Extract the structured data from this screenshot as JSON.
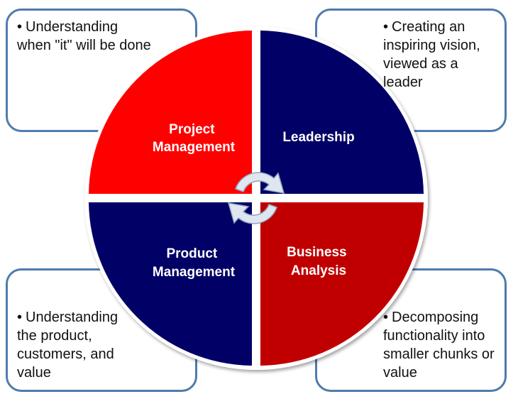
{
  "quadrants": {
    "top_left": {
      "label_lines": [
        "Project",
        "Management"
      ],
      "color": "#ff0000"
    },
    "top_right": {
      "label_lines": [
        "Leadership"
      ],
      "color": "#000066"
    },
    "bottom_left": {
      "label_lines": [
        "Product",
        "Management"
      ],
      "color": "#000066"
    },
    "bottom_right": {
      "label_lines": [
        "Business",
        "Analysis"
      ],
      "color": "#c00000"
    }
  },
  "boxes": {
    "top_left": {
      "bullet": "•",
      "text": "Understanding when \"it\" will be done"
    },
    "top_right": {
      "bullet": "•",
      "text": "Creating an inspiring vision, viewed as a leader"
    },
    "bottom_left": {
      "bullet": "•",
      "text": "Understanding the product, customers, and value"
    },
    "bottom_right": {
      "bullet": "•",
      "text": "Decomposing functionality into smaller chunks or value"
    }
  },
  "colors": {
    "box_border": "#4f7bad",
    "arrow_fill": "#dfe6ef",
    "arrow_stroke": "#8ea4c2"
  },
  "icons": {
    "center": "circular-arrows-icon"
  }
}
